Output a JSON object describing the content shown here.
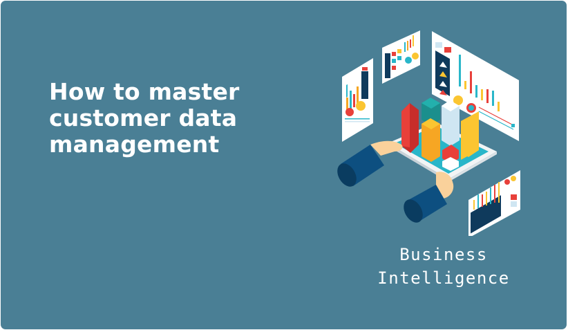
{
  "card": {
    "background_color": "#4a7f95",
    "headline_lines": [
      "How to master",
      "customer data",
      "management"
    ],
    "caption_lines": [
      "Business",
      "Intelligence"
    ]
  },
  "illustration": {
    "subject": "isometric business intelligence dashboard: hands holding a tablet with 3D bar columns, surrounded by floating chart panels",
    "colors": {
      "red": "#e8403a",
      "orange": "#f6a623",
      "yellow": "#fbc531",
      "teal": "#1fa6a4",
      "cyan": "#29b6c9",
      "light_blue": "#cfe6f2",
      "navy": "#0f3a5c",
      "sleeve": "#0d4f80",
      "skin": "#fad19b",
      "panel": "#ffffff"
    }
  }
}
